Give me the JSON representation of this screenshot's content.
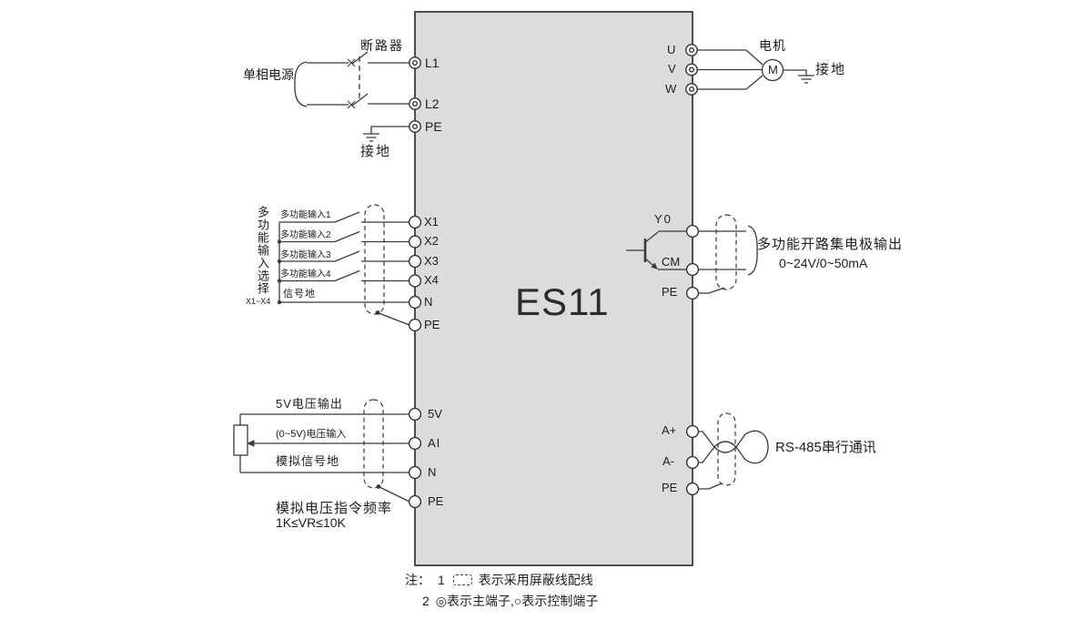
{
  "device": {
    "model": "ES11"
  },
  "colors": {
    "box_fill": "#dbdcdd",
    "box_stroke": "#4d4e52",
    "line": "#3a3a3c"
  },
  "power_input": {
    "breaker": "断路器",
    "source": "单相电源",
    "ground": "接地",
    "terminals": [
      "L1",
      "L2",
      "PE"
    ]
  },
  "motor_output": {
    "terminals": [
      "U",
      "V",
      "W"
    ],
    "label": "电机",
    "symbol": "M",
    "ground": "接地"
  },
  "digital_inputs": {
    "group_vertical": "多功能输入选择",
    "group_range": "X1~X4",
    "switches": [
      "多功能输入1",
      "多功能输入2",
      "多功能输入3",
      "多功能输入4"
    ],
    "signal_ground": "信号地",
    "terminals": [
      "X1",
      "X2",
      "X3",
      "X4",
      "N",
      "PE"
    ]
  },
  "analog_input": {
    "wire_labels": [
      "5V电压输出",
      "(0~5V)电压输入",
      "模拟信号地"
    ],
    "terminals": [
      "5V",
      "AI",
      "N",
      "PE"
    ],
    "caption1": "模拟电压指令频率",
    "caption2": "1K≤VR≤10K"
  },
  "collector_output": {
    "terminals": [
      "Y0",
      "CM",
      "PE"
    ],
    "caption1": "多功能开路集电极输出",
    "caption2": "0~24V/0~50mA"
  },
  "rs485": {
    "terminals": [
      "A+",
      "A-",
      "PE"
    ],
    "caption": "RS-485串行通讯"
  },
  "notes": {
    "prefix": "注：",
    "item1_no": "1",
    "item1_text": "表示采用屏蔽线配线",
    "item2_no": "2",
    "item2_text": "◎表示主端子,○表示控制端子"
  }
}
